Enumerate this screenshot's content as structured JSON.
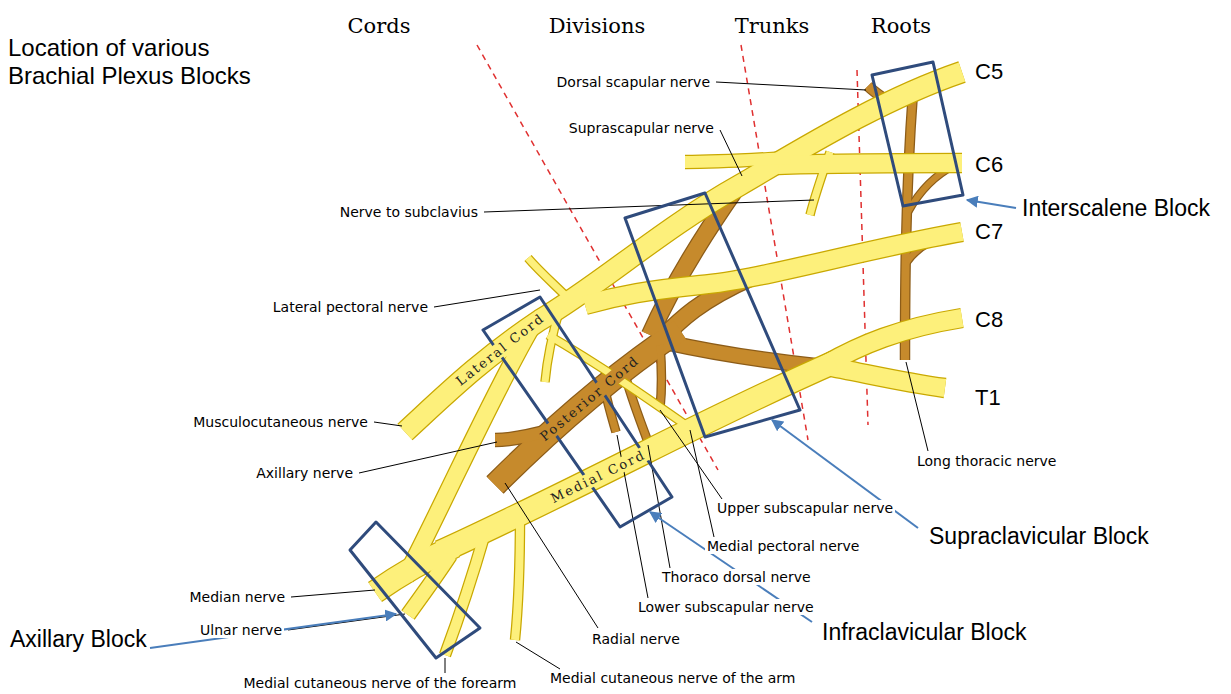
{
  "diagram": {
    "title": "Location of various Brachial Plexus Blocks",
    "labels": [
      "Cords",
      "Divisions",
      "Trunks",
      "Roots",
      "C5",
      "Dorsal scapular nerve",
      "Suprascapular nerve",
      "C6",
      "Interscalene Block",
      "Nerve to subclavius",
      "C7",
      "Lateral pectoral nerve",
      "Lateral Cord",
      "C8",
      "T1",
      "Musculocutaneous nerve",
      "Posterior Cord",
      "Axillary nerve",
      "Long thoracic nerve",
      "Upper subscapular nerve",
      "Medial Cord",
      "Medial pectoral nerve",
      "Supraclavicular Block",
      "Thoraco dorsal nerve",
      "Median nerve",
      "Lower subscapular nerve",
      "Infraclavicular Block",
      "Axillary Block",
      "Ulnar nerve",
      "Radial nerve",
      "Medial cutaneous nerve of the arm",
      "Medial cutaneous nerve of the forearm"
    ]
  }
}
